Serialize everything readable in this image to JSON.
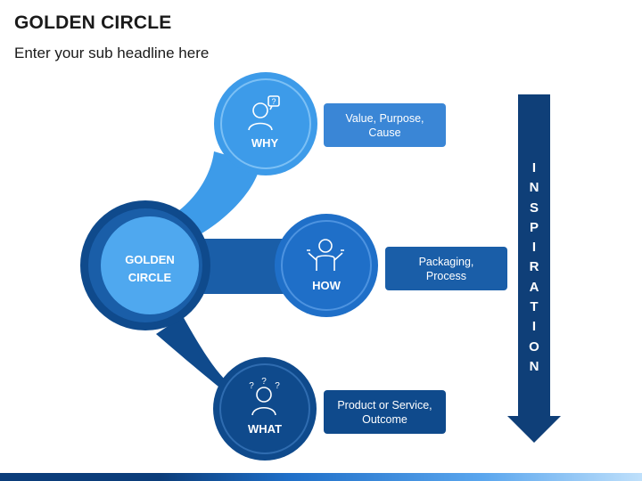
{
  "header": {
    "title": "GOLDEN CIRCLE",
    "subtitle": "Enter your sub headline here"
  },
  "center": {
    "line1": "GOLDEN",
    "line2": "CIRCLE"
  },
  "nodes": [
    {
      "id": "why",
      "label": "WHY",
      "icon": "thinking-person-icon",
      "color": "#3d9be9",
      "desc": [
        "Value, Purpose,",
        "Cause"
      ],
      "desc_color": "#3a86d6"
    },
    {
      "id": "how",
      "label": "HOW",
      "icon": "shrugging-person-icon",
      "color": "#1f6fc8",
      "desc": [
        "Packaging,",
        "Process"
      ],
      "desc_color": "#1a5ea8"
    },
    {
      "id": "what",
      "label": "WHAT",
      "icon": "confused-person-icon",
      "color": "#0f4a8c",
      "desc": [
        "Product or Service,",
        "Outcome"
      ],
      "desc_color": "#0f4a8c"
    }
  ],
  "arrow": {
    "text": "INSPIRATION",
    "letters": [
      "I",
      "N",
      "S",
      "P",
      "I",
      "R",
      "A",
      "T",
      "I",
      "O",
      "N"
    ],
    "color": "#0f3f78"
  },
  "colors": {
    "center_outer": "#0f4a8c",
    "center_inner": "#4fa8ef"
  }
}
